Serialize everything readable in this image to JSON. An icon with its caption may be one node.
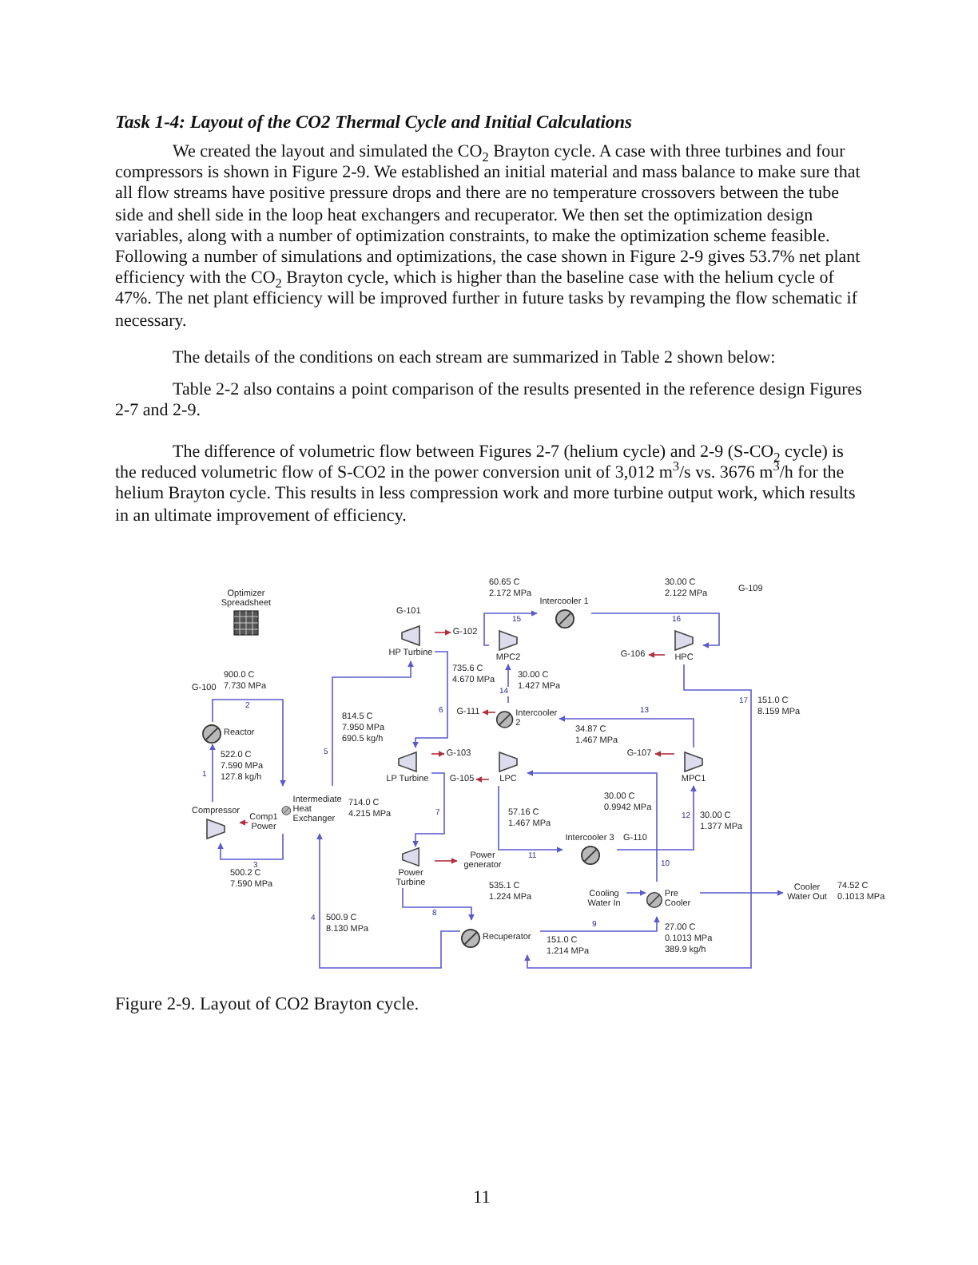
{
  "diagram": {
    "title": "Task 1-4: Layout of the CO2 Thermal Cycle and Initial Calculations",
    "caption": "Figure 2-9. Layout of CO2 Brayton cycle.",
    "nodes": [
      {
        "text": [
          "Optimizer Spreadsheet"
        ]
      },
      {
        "text": [
          "HP Turbine"
        ]
      },
      {
        "text": [
          "Reactor"
        ]
      },
      {
        "text": [
          "Compressor"
        ]
      },
      {
        "text": [
          "Comp1 Power"
        ]
      },
      {
        "text": [
          "Intermediate Heat Exchanger"
        ]
      },
      {
        "text": [
          "LP Turbine"
        ]
      },
      {
        "text": [
          "Power Turbine"
        ]
      },
      {
        "text": [
          "Power generator"
        ]
      },
      {
        "text": [
          "MPC2"
        ]
      },
      {
        "text": [
          "HPC"
        ]
      },
      {
        "text": [
          "Intercooler 1"
        ]
      },
      {
        "text": [
          "Intercooler 2"
        ]
      },
      {
        "text": [
          "LPC"
        ]
      },
      {
        "text": [
          "MPC1"
        ]
      },
      {
        "text": [
          "Intercooler 3"
        ]
      },
      {
        "text": [
          "Recuperator"
        ]
      },
      {
        "text": [
          "Pre Cooler"
        ]
      },
      {
        "text": [
          "Cooling Water In"
        ]
      },
      {
        "text": [
          "Cooler Water Out"
        ]
      },
      {
        "text": [
          "G-102"
        ]
      },
      {
        "text": [
          "G-111"
        ]
      },
      {
        "text": [
          "G-103"
        ]
      },
      {
        "text": [
          "G-105"
        ]
      },
      {
        "text": [
          "G-107"
        ]
      },
      {
        "text": [
          "G-106"
        ]
      }
    ],
    "edges": [
      {
        "from": 3,
        "to": 2,
        "arrow": "to",
        "label": "1"
      },
      {
        "from": 2,
        "to": 5,
        "arrow": "to",
        "label": "2"
      },
      {
        "from": 5,
        "to": 3,
        "arrow": "to",
        "label": "3"
      },
      {
        "from": 16,
        "to": 5,
        "arrow": "to",
        "label": "4"
      },
      {
        "from": 5,
        "to": 1,
        "arrow": "to",
        "label": "5"
      },
      {
        "from": 1,
        "to": 6,
        "arrow": "to",
        "label": "6"
      },
      {
        "from": 6,
        "to": 7,
        "arrow": "to",
        "label": "7"
      },
      {
        "from": 7,
        "to": 16,
        "arrow": "to",
        "label": "8"
      },
      {
        "from": 16,
        "to": 17,
        "arrow": "to",
        "label": "9"
      },
      {
        "from": 17,
        "to": 13,
        "arrow": "to",
        "label": "10"
      },
      {
        "from": 13,
        "to": 15,
        "arrow": "to",
        "label": "11"
      },
      {
        "from": 15,
        "to": 14,
        "arrow": "to",
        "label": "12"
      },
      {
        "from": 14,
        "to": 12,
        "arrow": "to",
        "label": "13"
      },
      {
        "from": 12,
        "to": 9,
        "arrow": "to",
        "label": "14"
      },
      {
        "from": 9,
        "to": 11,
        "arrow": "to",
        "label": "15"
      },
      {
        "from": 11,
        "to": 10,
        "arrow": "to",
        "label": "16"
      },
      {
        "from": 10,
        "to": 16,
        "arrow": "to",
        "label": "17"
      },
      {
        "from": 18,
        "to": 17,
        "arrow": "to"
      },
      {
        "from": 17,
        "to": 19,
        "arrow": "to"
      },
      {
        "from": 4,
        "to": 3,
        "arrow": "to",
        "color": "#b0303c"
      },
      {
        "from": 7,
        "to": 8,
        "arrow": "to",
        "color": "#b0303c"
      },
      {
        "from": 1,
        "to": 20,
        "arrow": "to",
        "color": "#b0303c"
      },
      {
        "from": 12,
        "to": 21,
        "arrow": "to",
        "color": "#b0303c"
      },
      {
        "from": 6,
        "to": 22,
        "arrow": "to",
        "color": "#b0303c"
      },
      {
        "from": 13,
        "to": 23,
        "arrow": "to",
        "color": "#b0303c"
      },
      {
        "from": 14,
        "to": 24,
        "arrow": "to",
        "color": "#b0303c"
      },
      {
        "from": 10,
        "to": 25,
        "arrow": "to",
        "color": "#b0303c"
      }
    ],
    "labels": [
      "We created the layout and simulated the CO$_{2}$ Brayton cycle. A case with three turbines and four compressors is shown in Figure 2-9. We established an initial material and mass balance to make sure that all flow streams have positive pressure drops and there are no temperature crossovers between the tube side and shell side in the loop heat exchangers and recuperator. We then set the optimization design variables, along with a number of optimization constraints, to make the optimization scheme feasible. Following a number of simulations and optimizations, the case shown in Figure 2-9 gives 53.7% net plant efficiency with the CO$_{2}$ Brayton cycle, which is higher than the baseline case with the helium cycle of 47%. The net plant efficiency will be improved further in future tasks by revamping the flow schematic if necessary.",
      "The details of the conditions on each stream are summarized in Table 2 shown below:",
      "Table 2-2 also contains a point comparison of the results presented in the reference design Figures 2-7 and 2-9.",
      "The difference of volumetric flow between Figures 2-7 (helium cycle) and 2-9 (S-CO$_{2}$ cycle) is the reduced volumetric flow of S-CO2 in the power conversion unit of 3,012 m$^{3}$/s vs. 3676 m$^{3}$/h for the helium Brayton cycle. This results in less compression work and more turbine output work, which results in an ultimate improvement of efficiency.",
      "60.65 C",
      "2.172 MPa",
      "30.00 C",
      "2.122 MPa",
      "G-109",
      "G-101",
      "900.0 C",
      "7.730 MPa",
      "735.6 C",
      "4.670 MPa",
      "30.00 C",
      "1.427 MPa",
      "G-100",
      "814.5 C",
      "7.950 MPa",
      "690.5 kg/h",
      "34.87 C",
      "1.467 MPa",
      "522.0 C",
      "7.590 MPa",
      "127.8 kg/h",
      "714.0 C",
      "4.215 MPa",
      "30.00 C",
      "0.9942 MPa",
      "57.16 C",
      "1.467 MPa",
      "30.00 C",
      "1.377 MPa",
      "G-110",
      "151.0 C",
      "8.159 MPa",
      "500.2 C",
      "7.590 MPa",
      "535.1 C",
      "1.224 MPa",
      "74.52 C",
      "0.1013 MPa",
      "500.9 C",
      "8.130 MPa",
      "27.00 C",
      "0.1013 MPa",
      "389.9 kg/h",
      "151.0 C",
      "1.214 MPa",
      "11"
    ]
  }
}
